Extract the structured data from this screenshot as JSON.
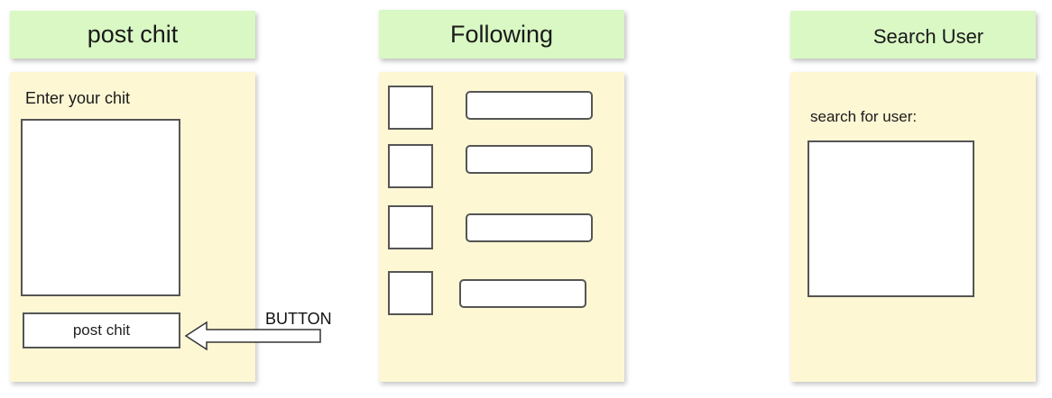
{
  "post_panel": {
    "header": "post chit",
    "prompt": "Enter your chit",
    "button_label": "post chit"
  },
  "annotation": {
    "label": "BUTTON"
  },
  "following_panel": {
    "header": "Following"
  },
  "search_panel": {
    "header": "Search User",
    "prompt": "search for user:"
  },
  "colors": {
    "header_bg": "#d9f8c4",
    "panel_bg": "#fdf7d4",
    "border": "#555555"
  }
}
